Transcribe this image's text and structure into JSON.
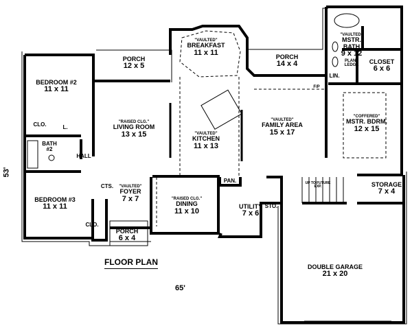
{
  "rooms": {
    "porch_left": {
      "name": "PORCH",
      "size": "12 x 5"
    },
    "breakfast": {
      "note": "\"VAULTED\"",
      "name": "BREAKFAST",
      "size": "11 x 11"
    },
    "porch_right": {
      "name": "PORCH",
      "size": "14 x 4"
    },
    "mstr_bath": {
      "note": "\"VAULTED\"",
      "name": "MSTR. BATH",
      "size": "9 x 12"
    },
    "plant_ledge": {
      "name": "PLANT LEDGE"
    },
    "closet": {
      "name": "CLOSET",
      "size": "6 x 6"
    },
    "lin": {
      "name": "LIN."
    },
    "fp": {
      "name": "F/P"
    },
    "bedroom2": {
      "name": "BEDROOM #2",
      "size": "11 x 11"
    },
    "clo_top": {
      "name": "CLO."
    },
    "l": {
      "name": "L."
    },
    "bath2": {
      "name": "BATH #2"
    },
    "hall": {
      "name": "HALL"
    },
    "living": {
      "note": "\"RAISED CLG.\"",
      "name": "LIVING ROOM",
      "size": "13 x 15"
    },
    "kitchen": {
      "note": "\"VAULTED\"",
      "name": "KITCHEN",
      "size": "11 x 13"
    },
    "family": {
      "note": "\"VAULTED\"",
      "name": "FAMILY AREA",
      "size": "15 x 17"
    },
    "mstr_bdrm": {
      "note": "\"COFFERED\"",
      "name": "MSTR. BDRM.",
      "size": "12 x 15"
    },
    "bedroom3": {
      "name": "BEDROOM #3",
      "size": "11 x 11"
    },
    "cts": {
      "name": "CTS."
    },
    "clo_bottom": {
      "name": "CLO."
    },
    "foyer": {
      "note": "\"VAULTED\"",
      "name": "FOYER",
      "size": "7 x 7"
    },
    "porch_front": {
      "name": "PORCH",
      "size": "6 x 4"
    },
    "dining": {
      "note": "\"RAISED CLG.\"",
      "name": "DINING",
      "size": "11 x 10"
    },
    "pan": {
      "name": "PAN."
    },
    "utility": {
      "name": "UTILITY",
      "size": "7 x 6"
    },
    "sto": {
      "name": "STO."
    },
    "stairs": {
      "name": "UP TO FUTURE EXP."
    },
    "storage": {
      "name": "STORAGE",
      "size": "7 x 4"
    },
    "garage": {
      "name": "DOUBLE GARAGE",
      "size": "21 x 20"
    }
  },
  "title": "FLOOR PLAN",
  "width_dim": "65'",
  "depth_dim": "53'"
}
